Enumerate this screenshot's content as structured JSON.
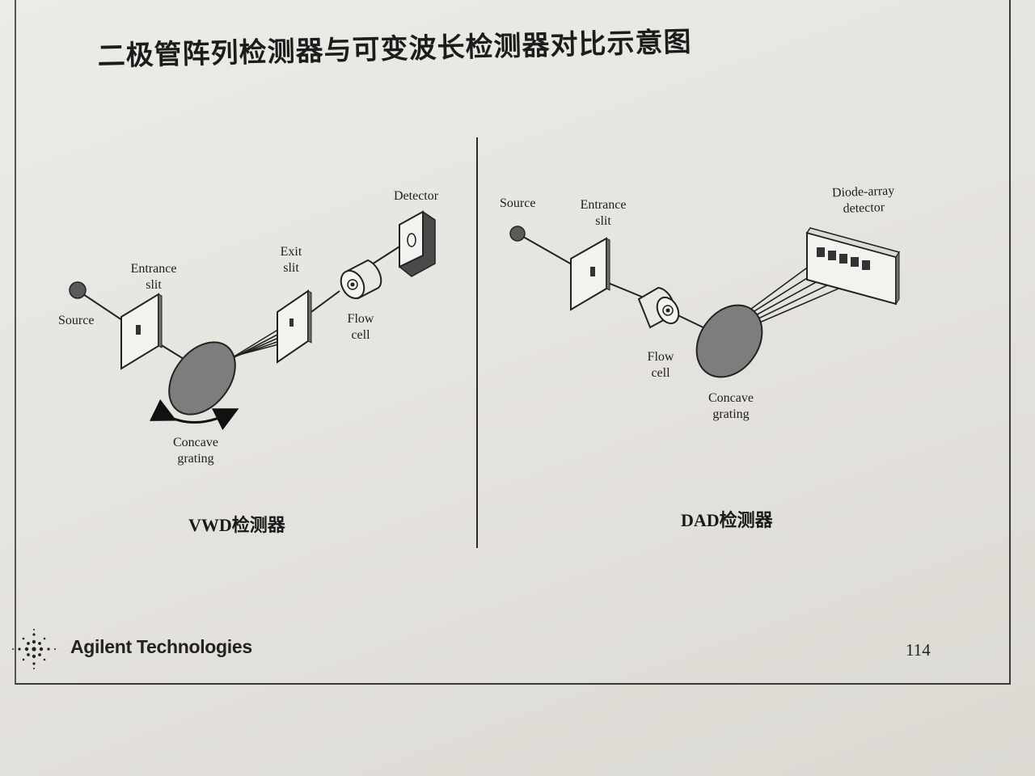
{
  "title": "二极管阵列检测器与可变波长检测器对比示意图",
  "vwd": {
    "caption": "VWD检测器",
    "labels": {
      "source": "Source",
      "entrance_slit_1": "Entrance",
      "entrance_slit_2": "slit",
      "exit_slit_1": "Exit",
      "exit_slit_2": "slit",
      "detector": "Detector",
      "flow_cell_1": "Flow",
      "flow_cell_2": "cell",
      "concave_grating_1": "Concave",
      "concave_grating_2": "grating"
    }
  },
  "dad": {
    "caption": "DAD检测器",
    "labels": {
      "source": "Source",
      "entrance_slit_1": "Entrance",
      "entrance_slit_2": "slit",
      "diode_array_1": "Diode-array",
      "diode_array_2": "detector",
      "flow_cell_1": "Flow",
      "flow_cell_2": "cell",
      "concave_grating_1": "Concave",
      "concave_grating_2": "grating"
    }
  },
  "footer": {
    "company": "Agilent Technologies",
    "page_number": "114"
  },
  "colors": {
    "ink": "#1e1e1e",
    "grating_fill": "#7d7d7d",
    "source_fill": "#5a5a5a",
    "box_face": "#f2f2ee",
    "box_side": "#6e6e6e"
  }
}
